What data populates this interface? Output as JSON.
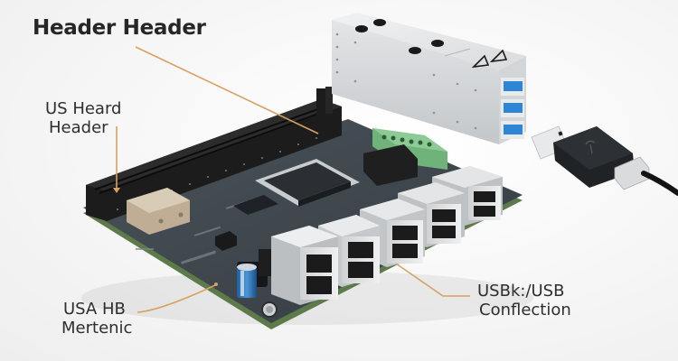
{
  "image": {
    "title": "Header Header",
    "callouts": [
      {
        "id": "us-heard-header",
        "lines": [
          "US Heard",
          "Header"
        ],
        "target": "black pin header slot"
      },
      {
        "id": "usa-hb-mertenic",
        "lines": [
          "USA HB",
          "Mertenic"
        ],
        "target": "board edge near capacitor"
      },
      {
        "id": "usb-connection",
        "lines": [
          "USBk:/USB",
          "Conflection"
        ],
        "target": "USB port stack"
      }
    ],
    "colors": {
      "callout_line": "#d9a15f",
      "title_text": "#262626",
      "label_text": "#2e2e2e",
      "pcb": "#3f474d",
      "pcb_edge": "#5d7a4a",
      "usb_blue": "#2f86d6",
      "terminal_green": "#6fb27a",
      "metal": "#d7d9db"
    },
    "components": [
      "long black pin header slot",
      "metal shielded connector",
      "main processor chip",
      "green screw terminal block",
      "five stacked USB-A port blocks",
      "blue electrolytic capacitor",
      "aluminium 3-port USB hub",
      "black USB-A plug with cable"
    ]
  }
}
